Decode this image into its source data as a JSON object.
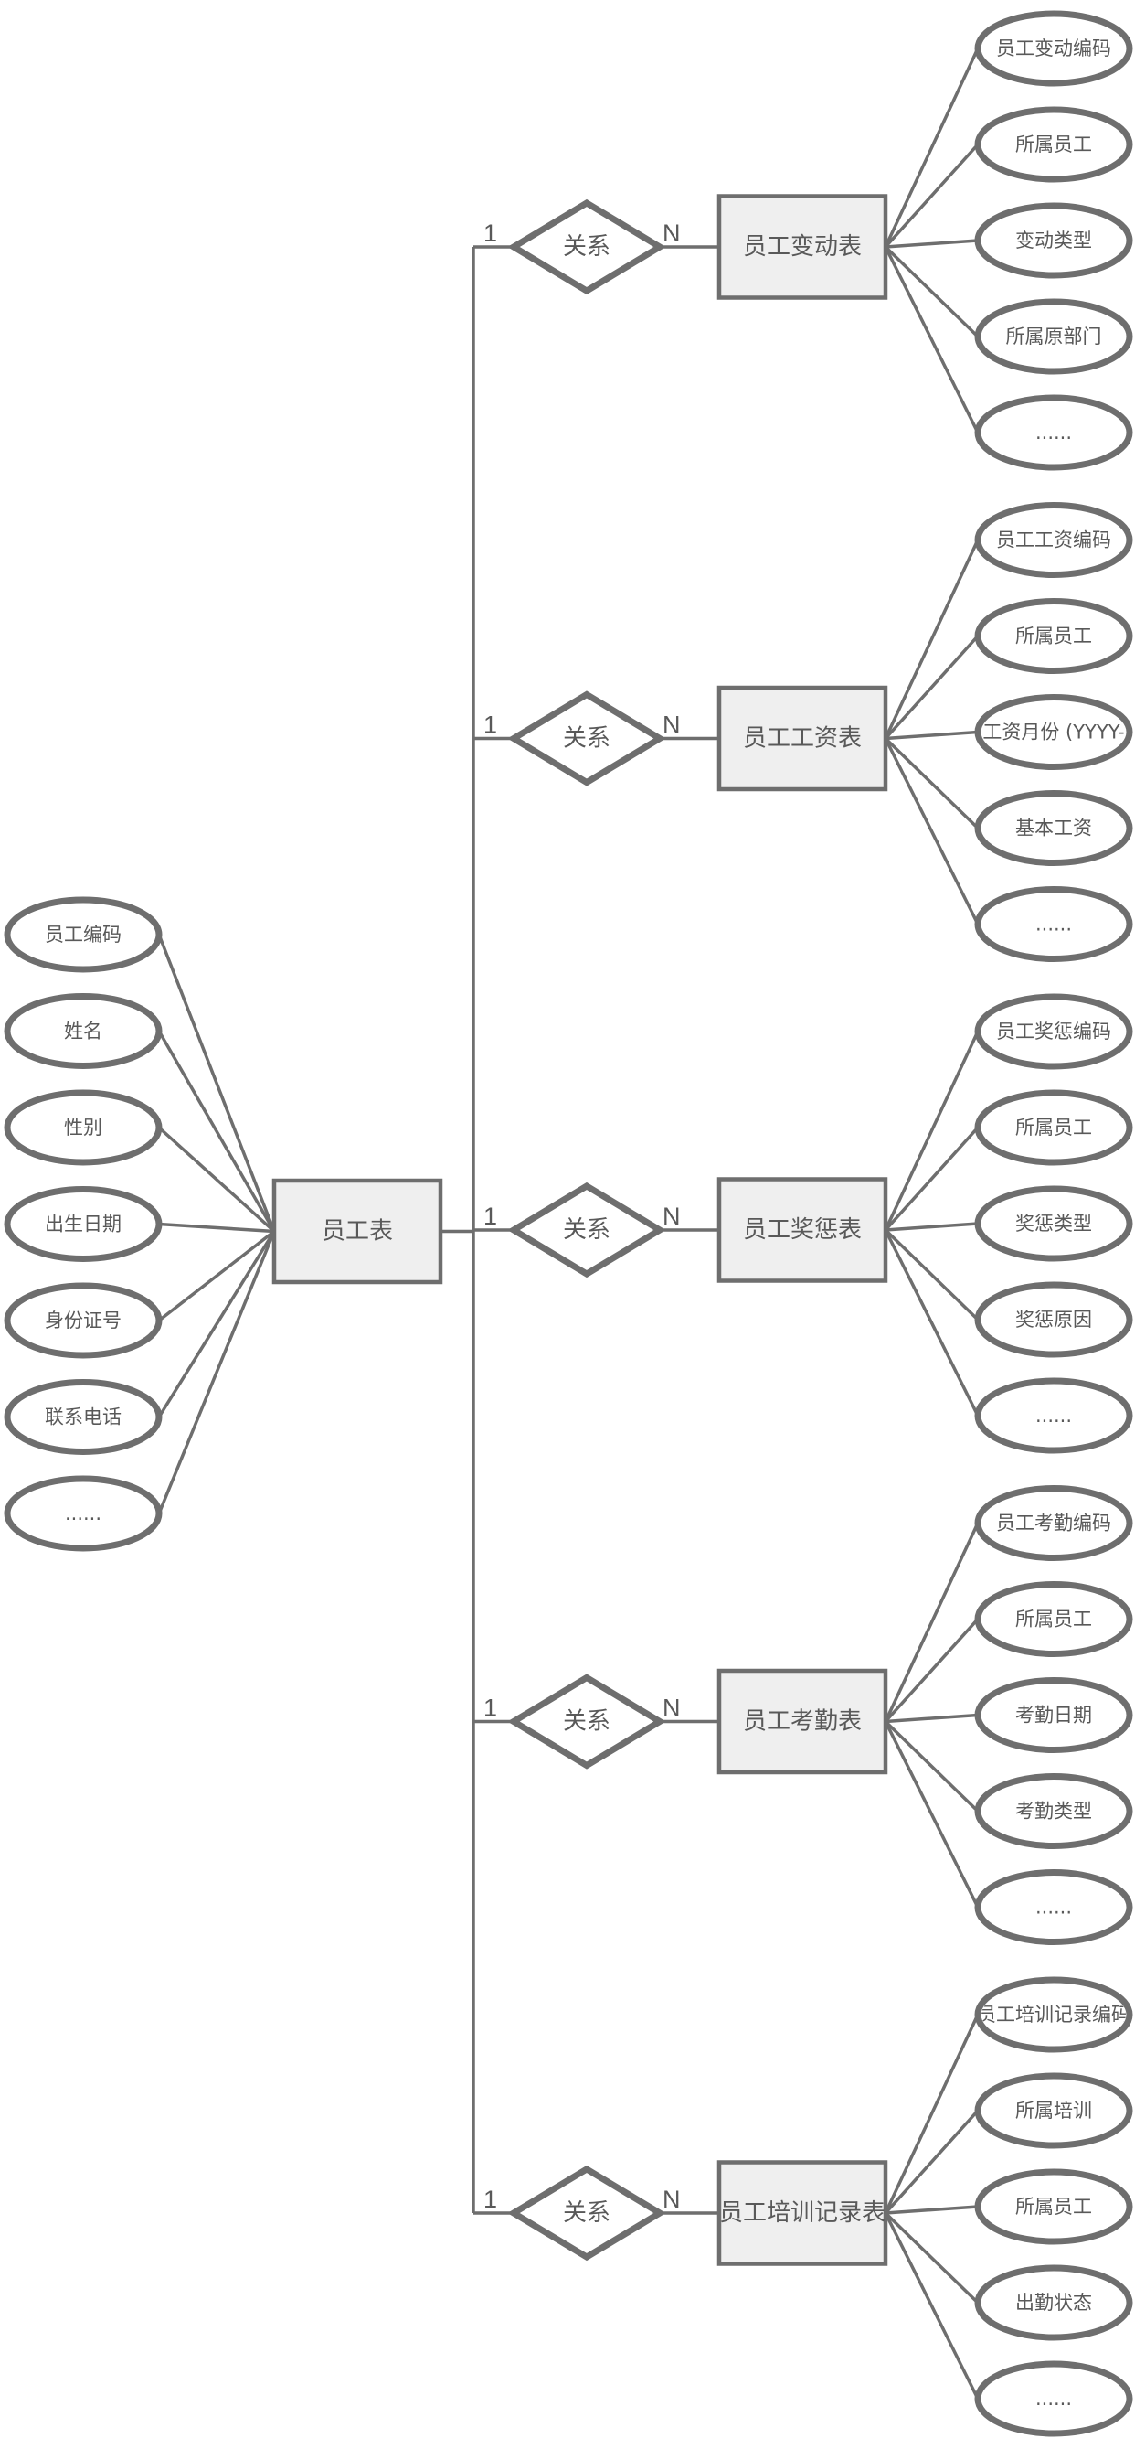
{
  "main_entity": {
    "label": "员工表",
    "attributes": [
      "员工编码",
      "姓名",
      "性别",
      "出生日期",
      "身份证号",
      "联系电话",
      "......"
    ]
  },
  "relationships": [
    {
      "label": "关系",
      "card_left": "1",
      "card_right": "N",
      "entity": {
        "label": "员工变动表",
        "attributes": [
          "员工变动编码",
          "所属员工",
          "变动类型",
          "所属原部门",
          "......"
        ]
      }
    },
    {
      "label": "关系",
      "card_left": "1",
      "card_right": "N",
      "entity": {
        "label": "员工工资表",
        "attributes": [
          "员工工资编码",
          "所属员工",
          "工资月份 (YYYY-",
          "基本工资",
          "......"
        ]
      }
    },
    {
      "label": "关系",
      "card_left": "1",
      "card_right": "N",
      "entity": {
        "label": "员工奖惩表",
        "attributes": [
          "员工奖惩编码",
          "所属员工",
          "奖惩类型",
          "奖惩原因",
          "......"
        ]
      }
    },
    {
      "label": "关系",
      "card_left": "1",
      "card_right": "N",
      "entity": {
        "label": "员工考勤表",
        "attributes": [
          "员工考勤编码",
          "所属员工",
          "考勤日期",
          "考勤类型",
          "......"
        ]
      }
    },
    {
      "label": "关系",
      "card_left": "1",
      "card_right": "N",
      "entity": {
        "label": "员工培训记录表",
        "attributes": [
          "员工培训记录编码",
          "所属培训",
          "所属员工",
          "出勤状态",
          "......"
        ]
      }
    }
  ]
}
